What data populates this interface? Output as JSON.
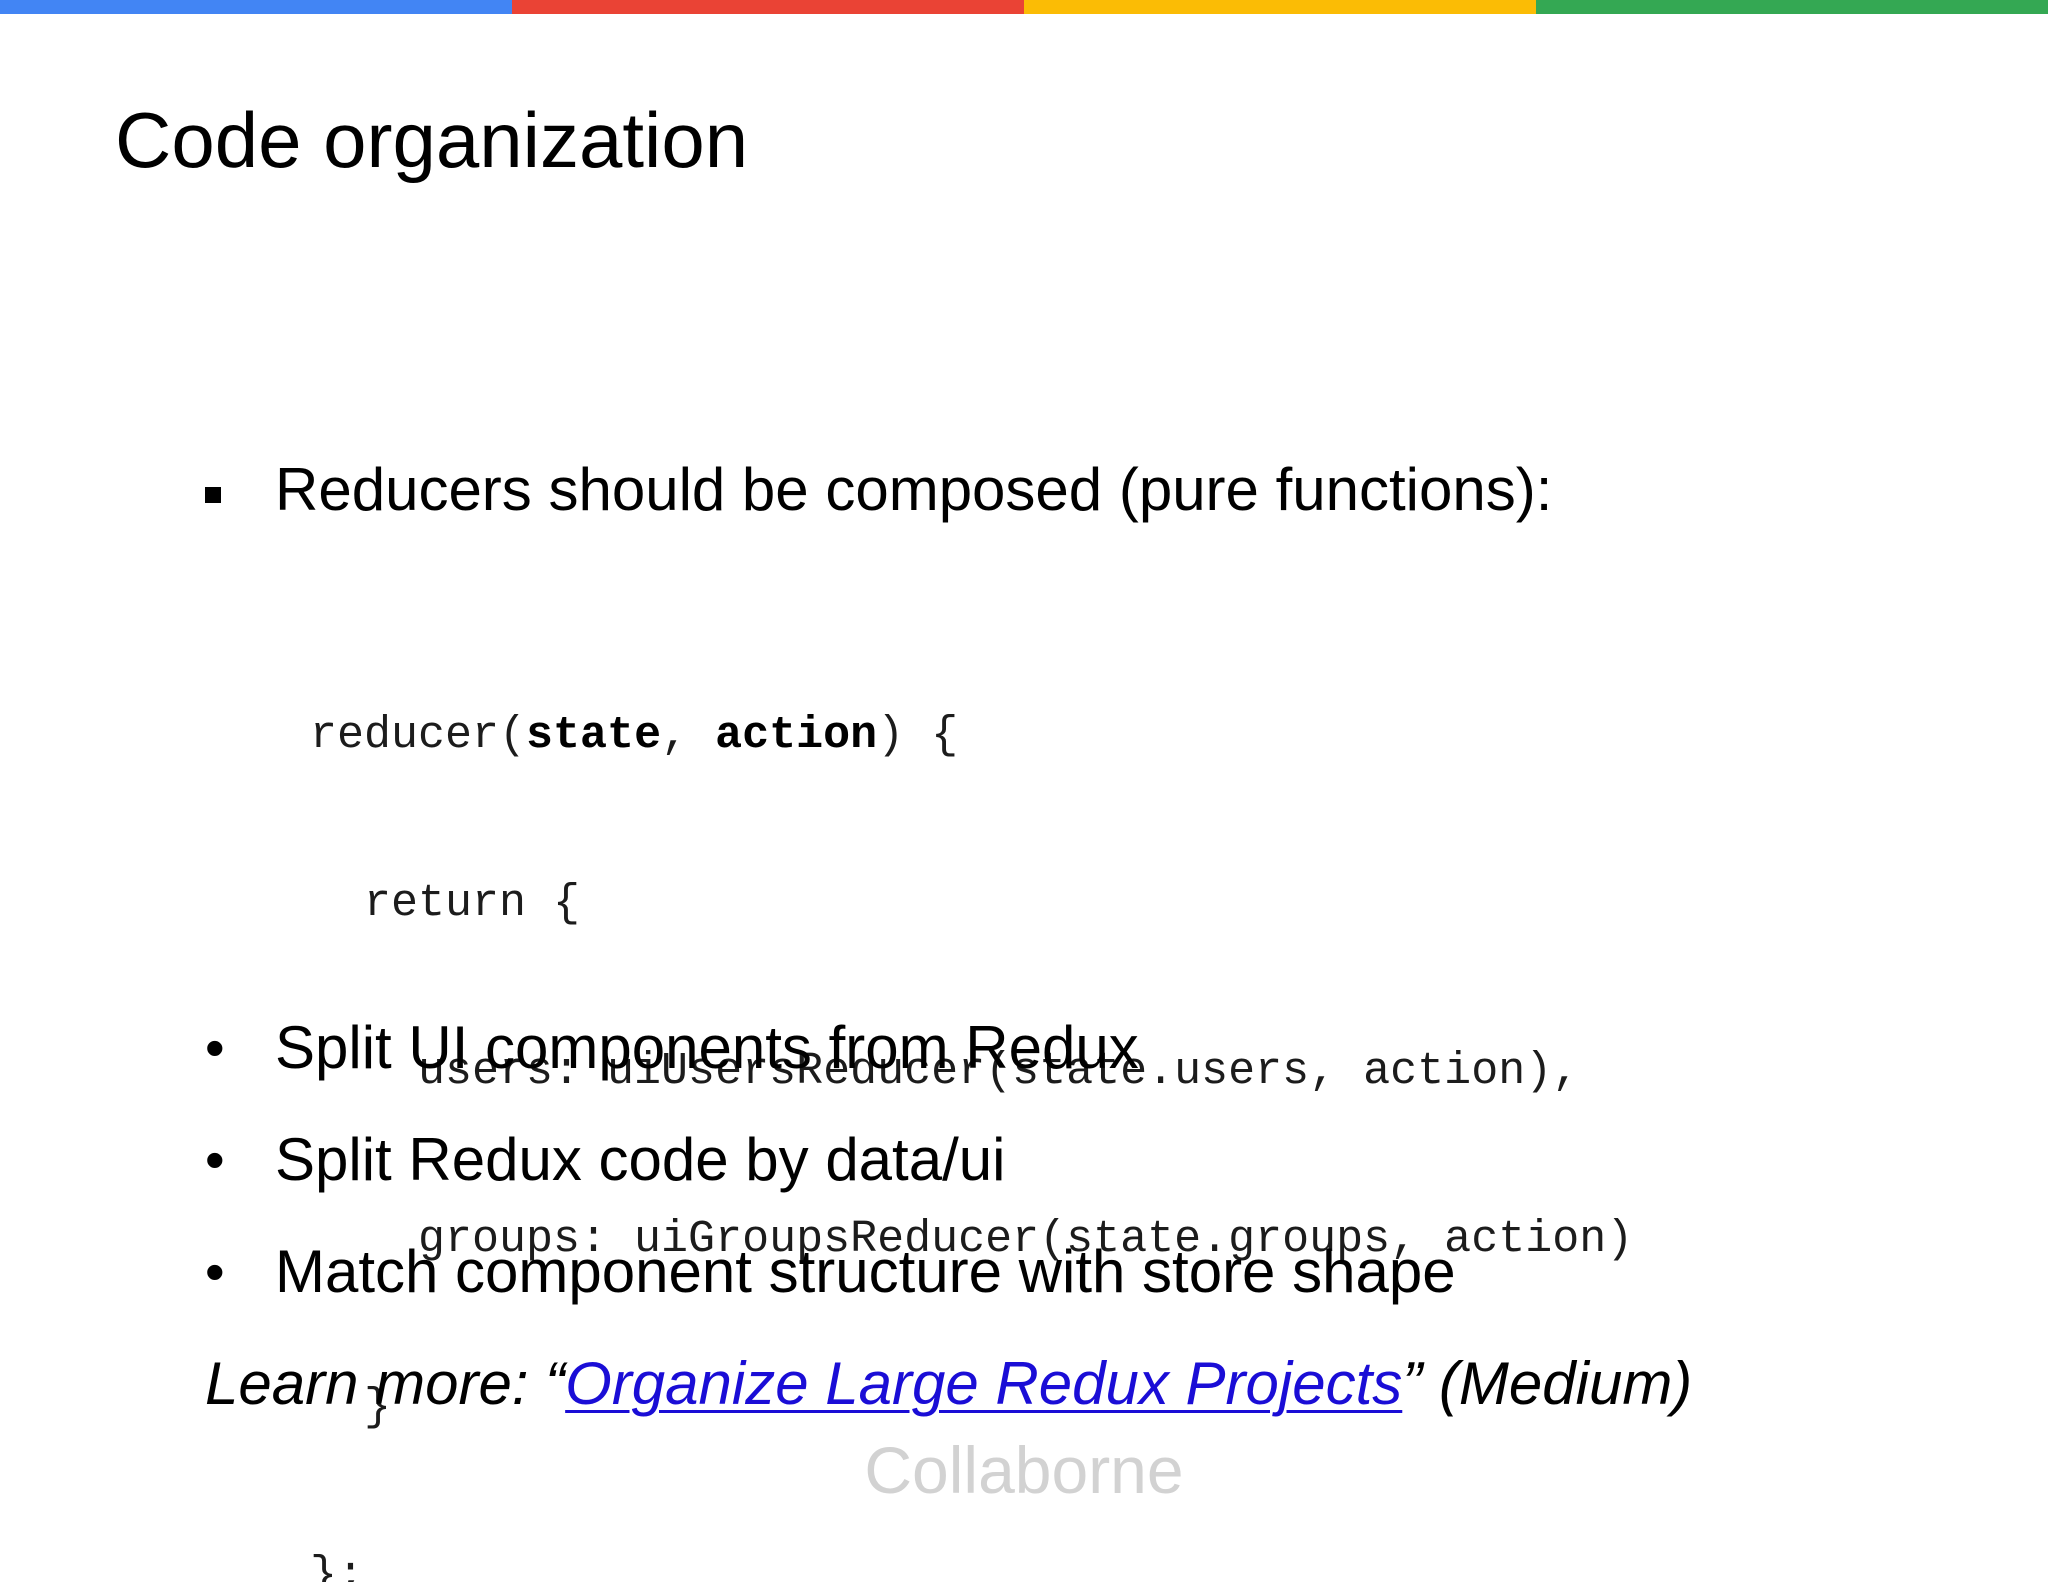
{
  "top_bar": {
    "colors": [
      "#4285f4",
      "#ea4335",
      "#fbbc05",
      "#34a853"
    ]
  },
  "slide": {
    "title": "Code organization",
    "first_bullet": "Reducers should be composed (pure functions):",
    "code": {
      "l1_a": "reducer(",
      "l1_b": "state",
      "l1_c": ", ",
      "l1_d": "action",
      "l1_e": ") {",
      "l2": "  return {",
      "l3": "    users: uiUsersReducer(state.users, action),",
      "l4": "    groups: uiGroupsReducer(state.groups, action)",
      "l5": "  }",
      "l6": "};"
    },
    "bullets": [
      "Split UI components from Redux",
      "Split Redux code by data/ui",
      "Match component structure with store shape"
    ],
    "bullet_glyph": "•",
    "learn_more": {
      "prefix": "Learn more: “",
      "link_text": "Organize Large Redux Projects",
      "suffix": "” (Medium)"
    },
    "watermark": "Collaborne"
  }
}
